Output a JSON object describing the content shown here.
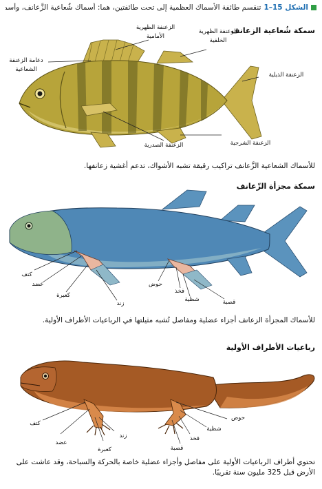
{
  "figure": {
    "number": "الشكل 15–1",
    "caption_text": "تنقسم طائفة الأسماك العظمية إلى تحت طائفتين، هما: أسماك شُعاعية الزَّعانف، وأسماك مجزأة الزَّعانف."
  },
  "ray_finned": {
    "title": "سمكة شُعاعية الزعانف",
    "labels": {
      "anterior_dorsal": "الزعنفة الظهرية الأمامية",
      "posterior_dorsal": "الزعنفة الظهرية الخلفية",
      "ray_support": "دعامة الزعنفة الشعاعية",
      "caudal": "الزعنفة الذيلية",
      "pectoral": "الزعنفة الصدرية",
      "pelvic": "الزعنفة الشرجية"
    },
    "description": "للأسماك الشعاعية الزَّعانف تراكيب رقيقة تشبه الأشواك، تدعم أغشية زعانفها."
  },
  "lobe_finned": {
    "title": "سمكة مجزأة الزّعانف",
    "labels": {
      "shoulder": "كتف",
      "humerus": "عضد",
      "radius": "كعبرة",
      "ulna": "زند",
      "pelvis": "حوض",
      "femur": "فخذ",
      "fibula": "شظية",
      "tibia": "قصبة"
    },
    "description": "للأسماك المجزأة الزعانف أجزاء عضلية ومفاصل تُشبه مثيلتها في الرباعيات الأطراف الأولية."
  },
  "tetrapod": {
    "title": "رباعيات الأطراف الأولية",
    "labels": {
      "shoulder": "كتف",
      "humerus": "عضد",
      "radius": "كعبرة",
      "ulna": "زند",
      "pelvis": "حوض",
      "fibula": "شظية",
      "femur": "فخذ",
      "tibia": "قصبة"
    },
    "description": "تحتوي أطراف الرباعيات الأولية على مفاصل وأجزاء عضلية خاصة بالحركة والسباحة، وقد عاشت على الأرض قبل 325 مليون سنة تقريبًا."
  },
  "colors": {
    "perch_body": "#b7a43a",
    "perch_fin": "#c9b24c",
    "lobe_body": "#4f88b6",
    "lobe_fin": "#5b93bd",
    "tetrapod_body": "#a55a25",
    "tetrapod_belly": "#d98a4b",
    "bone_highlight": "#e9b7a0"
  }
}
